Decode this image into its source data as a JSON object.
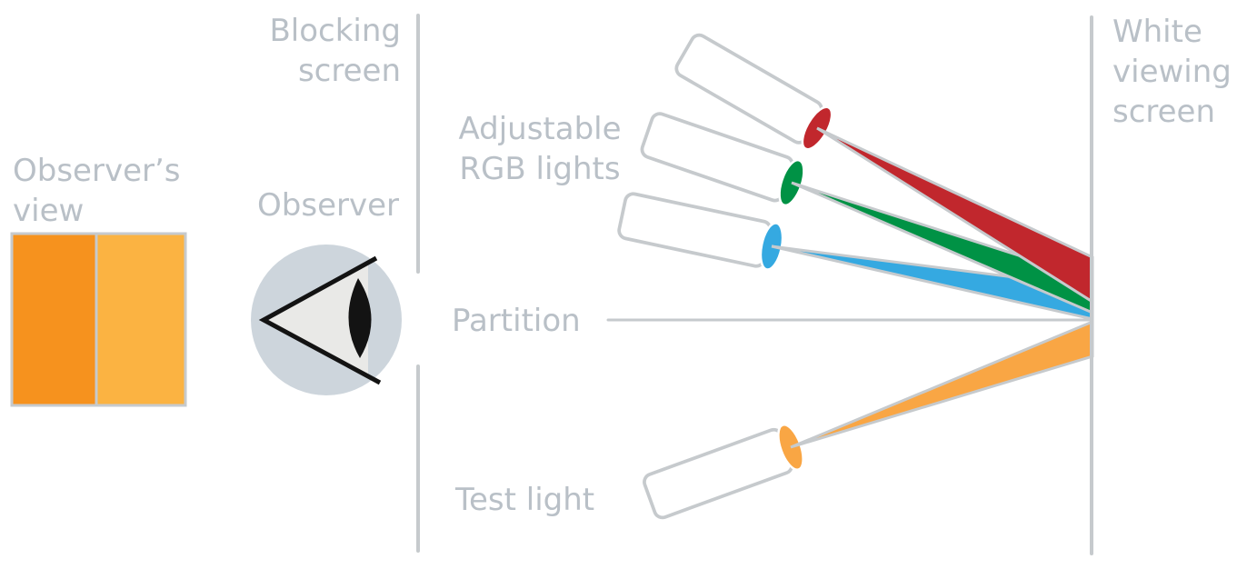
{
  "labels": {
    "observers_view": [
      "Observer’s",
      "view"
    ],
    "blocking_screen": [
      "Blocking",
      "screen"
    ],
    "observer": "Observer",
    "adjustable_rgb_lights": [
      "Adjustable",
      "RGB lights"
    ],
    "partition": "Partition",
    "test_light": "Test light",
    "white_viewing_screen": [
      "White",
      "viewing",
      "screen"
    ]
  },
  "colors": {
    "label_text": "#b9c0c7",
    "line_gray": "#c6cacd",
    "red_light": "#c1272d",
    "green_light": "#009245",
    "blue_light": "#35a9e1",
    "test_light_orange": "#f9a644",
    "observer_view_left": "#f6921e",
    "observer_view_right": "#fbb342",
    "eye_background": "#cdd5dc",
    "eye_sclera": "#e9e9e7",
    "eye_outline": "#131313",
    "flashlight_body": "#ffffff"
  }
}
